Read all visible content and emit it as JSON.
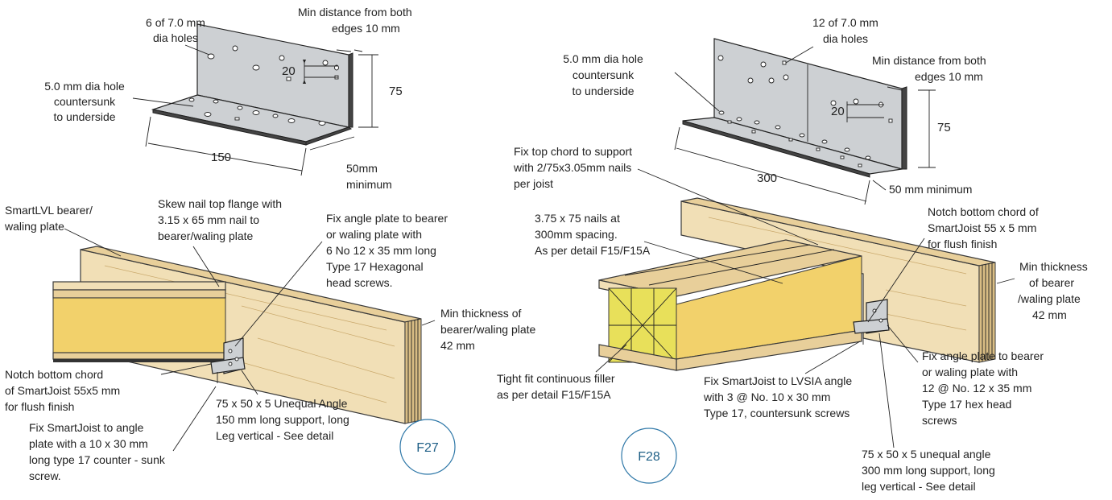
{
  "f27": {
    "badge": "F27",
    "angle_top": {
      "holes_label": [
        "6 of 7.0 mm",
        "dia holes"
      ],
      "edge_label": [
        "Min distance from both",
        "edges 10 mm"
      ],
      "countersunk_label": [
        "5.0 mm dia hole",
        "countersunk",
        "to underside"
      ],
      "dim_20": "20",
      "dim_75": "75",
      "dim_150": "150",
      "dim_50": [
        "50mm",
        "minimum"
      ]
    },
    "notes": {
      "bearer": [
        "SmartLVL bearer/",
        "waling plate"
      ],
      "skew_nail": [
        "Skew nail top flange with",
        "3.15 x 65 mm nail to",
        "bearer/waling plate"
      ],
      "fix_angle": [
        "Fix angle plate to bearer",
        "or waling plate with",
        "6 No 12 x 35 mm long",
        "Type 17 Hexagonal",
        "head screws."
      ],
      "min_thickness": [
        "Min thickness of",
        "bearer/waling plate",
        "42 mm"
      ],
      "notch": [
        "Notch bottom chord",
        "of SmartJoist 55x5 mm",
        "for flush finish"
      ],
      "fix_smartjoist": [
        "Fix SmartJoist to angle",
        "plate with a 10 x 30 mm",
        "long type 17 counter - sunk",
        "screw."
      ],
      "unequal_angle": [
        "75 x 50 x 5 Unequal Angle",
        "150 mm long support, long",
        "Leg vertical - See detail"
      ]
    }
  },
  "f28": {
    "badge": "F28",
    "angle_top": {
      "holes_label": [
        "12 of 7.0 mm",
        "dia holes"
      ],
      "countersunk_label": [
        "5.0 mm dia hole",
        "countersunk",
        "to underside"
      ],
      "edge_label": [
        "Min distance from both",
        "edges 10 mm"
      ],
      "dim_20": "20",
      "dim_75": "75",
      "dim_300": "300",
      "dim_50": "50 mm minimum"
    },
    "notes": {
      "fix_top_chord": [
        "Fix top chord to support",
        "with 2/75x3.05mm nails",
        "per joist"
      ],
      "nails_spacing": [
        "3.75 x 75 nails at",
        "300mm spacing.",
        "As per detail F15/F15A"
      ],
      "notch": [
        "Notch bottom chord of",
        "SmartJoist 55 x 5 mm",
        "for flush finish"
      ],
      "min_thickness": [
        "Min thickness",
        "of bearer",
        "/waling plate",
        "42 mm"
      ],
      "filler": [
        "Tight fit continuous filler",
        "as per detail F15/F15A"
      ],
      "fix_lvsia": [
        "Fix SmartJoist to LVSIA angle",
        "with 3 @ No. 10 x 30 mm",
        "Type 17, countersunk screws"
      ],
      "fix_angle": [
        "Fix angle plate to bearer",
        "or waling plate with",
        "12 @ No. 12 x 35 mm",
        "Type 17 hex head",
        "screws"
      ],
      "unequal_angle": [
        "75 x 50 x 5 unequal angle",
        "300 mm long support, long",
        "leg vertical - See detail"
      ]
    }
  }
}
